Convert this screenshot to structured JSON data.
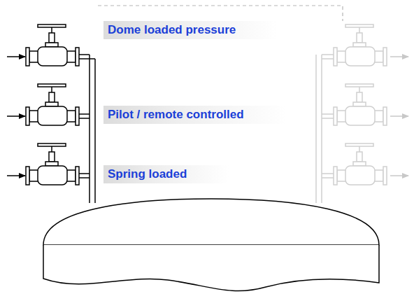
{
  "diagram": {
    "labels": [
      "Dome loaded pressure",
      "Pilot / remote controlled",
      "Spring loaded"
    ]
  }
}
